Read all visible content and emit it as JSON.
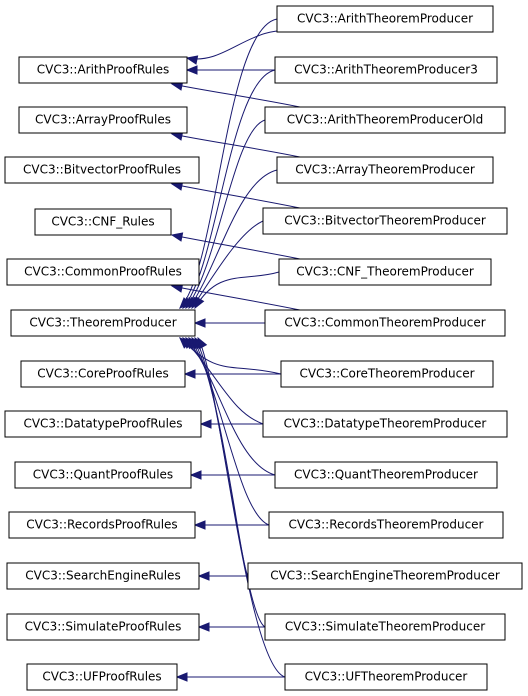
{
  "diagram": {
    "edge_color": "#191970",
    "base_classes": [
      "CVC3::ArithProofRules",
      "CVC3::ArrayProofRules",
      "CVC3::BitvectorProofRules",
      "CVC3::CNF_Rules",
      "CVC3::CommonProofRules",
      "CVC3::TheoremProducer",
      "CVC3::CoreProofRules",
      "CVC3::DatatypeProofRules",
      "CVC3::QuantProofRules",
      "CVC3::RecordsProofRules",
      "CVC3::SearchEngineRules",
      "CVC3::SimulateProofRules",
      "CVC3::UFProofRules"
    ],
    "derived_classes": [
      "CVC3::ArithTheoremProducer",
      "CVC3::ArithTheoremProducer3",
      "CVC3::ArithTheoremProducerOld",
      "CVC3::ArrayTheoremProducer",
      "CVC3::BitvectorTheoremProducer",
      "CVC3::CNF_TheoremProducer",
      "CVC3::CommonTheoremProducer",
      "CVC3::CoreTheoremProducer",
      "CVC3::DatatypeTheoremProducer",
      "CVC3::QuantTheoremProducer",
      "CVC3::RecordsTheoremProducer",
      "CVC3::SearchEngineTheoremProducer",
      "CVC3::SimulateTheoremProducer",
      "CVC3::UFTheoremProducer"
    ]
  }
}
